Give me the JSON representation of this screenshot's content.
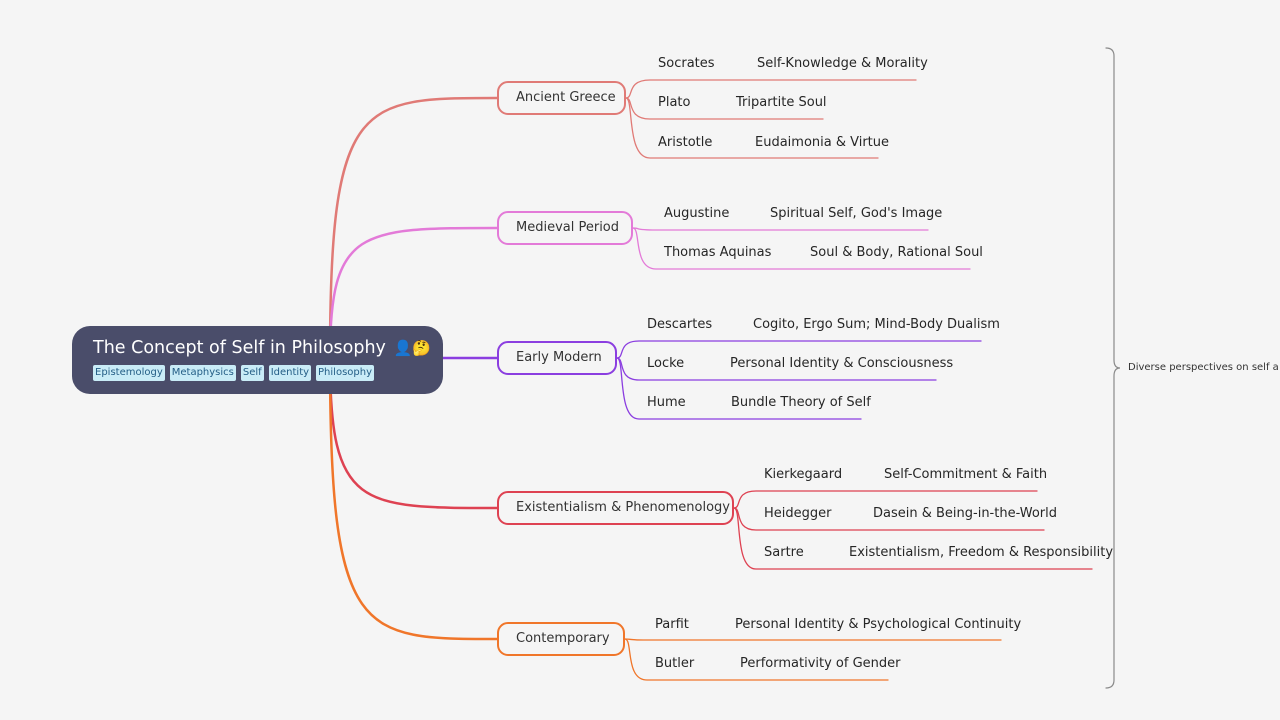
{
  "root": {
    "title": "The Concept of Self in Philosophy",
    "emoji": "👤🤔",
    "tags": [
      "Epistemology",
      "Metaphysics",
      "Self",
      "Identity",
      "Philosophy"
    ],
    "color": "#4a4d6a"
  },
  "branches": [
    {
      "label": "Ancient Greece",
      "color": "#e07a76",
      "children": [
        {
          "name": "Socrates",
          "detail": "Self-Knowledge & Morality"
        },
        {
          "name": "Plato",
          "detail": "Tripartite Soul"
        },
        {
          "name": "Aristotle",
          "detail": "Eudaimonia & Virtue"
        }
      ]
    },
    {
      "label": "Medieval Period",
      "color": "#e37ad8",
      "children": [
        {
          "name": "Augustine",
          "detail": "Spiritual Self, God's Image"
        },
        {
          "name": "Thomas Aquinas",
          "detail": "Soul & Body, Rational Soul"
        }
      ]
    },
    {
      "label": "Early Modern",
      "color": "#8b3ee0",
      "children": [
        {
          "name": "Descartes",
          "detail": "Cogito, Ergo Sum; Mind-Body Dualism"
        },
        {
          "name": "Locke",
          "detail": "Personal Identity & Consciousness"
        },
        {
          "name": "Hume",
          "detail": "Bundle Theory of Self"
        }
      ]
    },
    {
      "label": "Existentialism & Phenomenology",
      "color": "#de4252",
      "children": [
        {
          "name": "Kierkegaard",
          "detail": "Self-Commitment & Faith"
        },
        {
          "name": "Heidegger",
          "detail": "Dasein & Being-in-the-World"
        },
        {
          "name": "Sartre",
          "detail": "Existentialism, Freedom & Responsibility"
        }
      ]
    },
    {
      "label": "Contemporary",
      "color": "#f0762a",
      "children": [
        {
          "name": "Parfit",
          "detail": "Personal Identity & Psychological Continuity"
        },
        {
          "name": "Butler",
          "detail": "Performativity of Gender"
        }
      ]
    }
  ],
  "summary": {
    "label": "Diverse perspectives on self a",
    "color": "#8a8a8a"
  }
}
